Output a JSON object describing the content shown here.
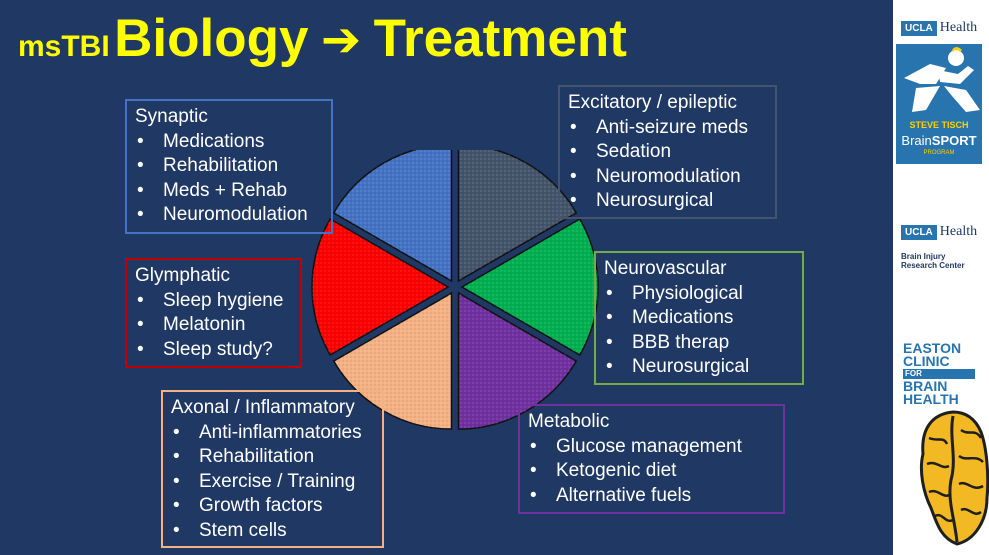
{
  "title": {
    "prefix": "msTBI",
    "main_left": "Biology",
    "arrow": "➔",
    "main_right": "Treatment"
  },
  "boxes": {
    "synaptic": {
      "header": "Synaptic",
      "items": [
        "Medications",
        "Rehabilitation",
        "Meds + Rehab",
        "Neuromodulation"
      ]
    },
    "glymphatic": {
      "header": "Glymphatic",
      "items": [
        "Sleep hygiene",
        "Melatonin",
        "Sleep study?"
      ]
    },
    "axonal": {
      "header": "Axonal / Inflammatory",
      "items": [
        "Anti-inflammatories",
        "Rehabilitation",
        "Exercise / Training",
        "Growth factors",
        "Stem cells"
      ]
    },
    "excitatory": {
      "header": "Excitatory / epileptic",
      "items": [
        "Anti-seizure meds",
        "Sedation",
        "Neuromodulation",
        "Neurosurgical"
      ]
    },
    "neurovascular": {
      "header": "Neurovascular",
      "items": [
        "Physiological",
        "Medications",
        "BBB therap",
        "Neurosurgical"
      ]
    },
    "metabolic": {
      "header": "Metabolic",
      "items": [
        "Glucose management",
        "Ketogenic diet",
        "Alternative fuels"
      ]
    }
  },
  "pie": {
    "slices": [
      {
        "category": "Excitatory / epileptic",
        "color": "#44546a"
      },
      {
        "category": "Neurovascular",
        "color": "#00b050"
      },
      {
        "category": "Metabolic",
        "color": "#7030a0"
      },
      {
        "category": "Axonal / Inflammatory",
        "color": "#f4b183"
      },
      {
        "category": "Glymphatic",
        "color": "#ff0000"
      },
      {
        "category": "Synaptic",
        "color": "#4472c4"
      }
    ]
  },
  "logos": {
    "ucla_tag": "UCLA",
    "ucla_health": "Health",
    "steve_tisch": "STEVE TISCH",
    "brain": "Brain",
    "sport": "SPORT",
    "program": "PROGRAM",
    "birc_line1": "Brain Injury",
    "birc_line2": "Research Center",
    "easton_line1": "EASTON",
    "easton_line2": "CLINIC",
    "easton_for": "FOR",
    "easton_line3": "BRAIN",
    "easton_line4": "HEALTH"
  },
  "colors": {
    "background": "#1f3864",
    "title": "#ffff00",
    "ucla_blue": "#2774ae",
    "ucla_gold": "#ffd100"
  }
}
